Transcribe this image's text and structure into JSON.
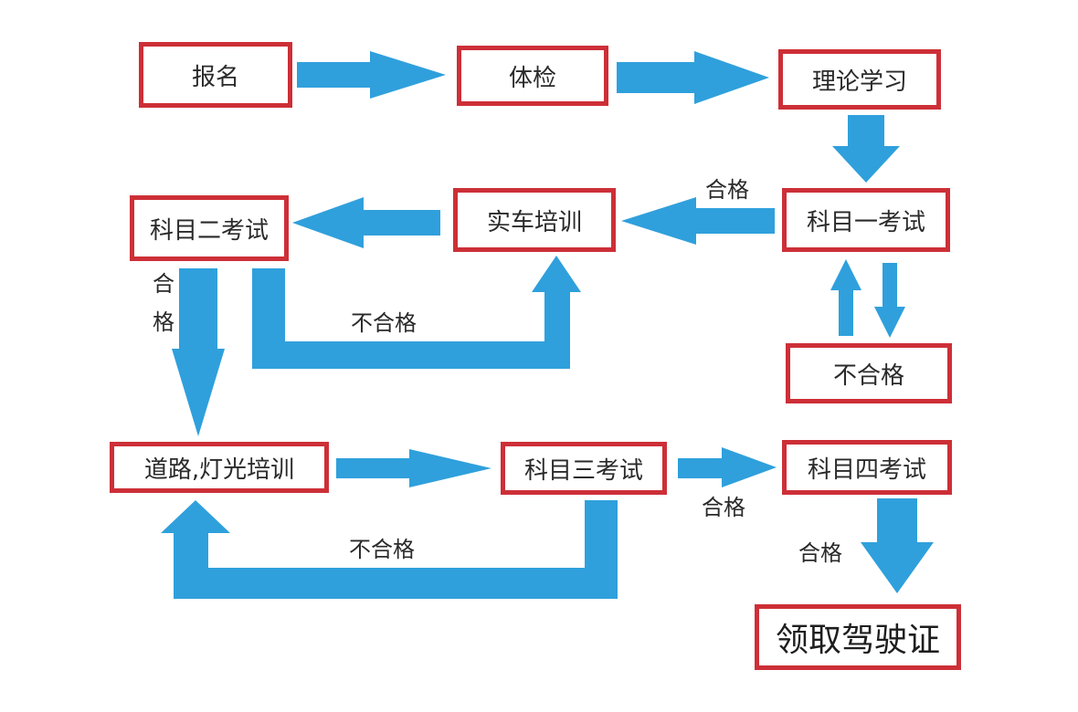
{
  "colors": {
    "box_border": "#cd2f37",
    "arrow": "#2fa0dc",
    "text": "#2a2a2a",
    "background": "#ffffff"
  },
  "steps": {
    "register": "报名",
    "medical_exam": "体检",
    "theory_study": "理论学习",
    "subject1_exam": "科目一考试",
    "subject1_fail": "不合格",
    "practical_training": "实车培训",
    "subject2_exam": "科目二考试",
    "road_light_training": "道路,灯光培训",
    "subject3_exam": "科目三考试",
    "subject4_exam": "科目四考试",
    "get_license": "领取驾驶证"
  },
  "edge_labels": {
    "subject1_pass": "合格",
    "subject2_pass": "合格",
    "subject2_fail": "不合格",
    "subject3_fail": "不合格",
    "subject3_pass": "合格",
    "subject4_pass": "合格"
  }
}
